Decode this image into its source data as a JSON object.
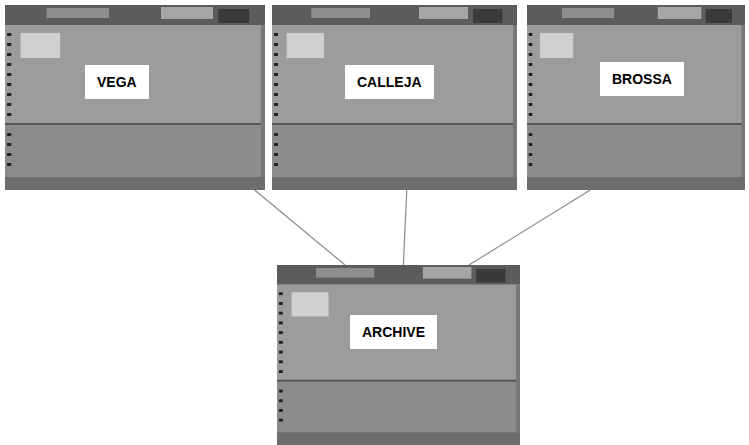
{
  "diagram": {
    "nodes": [
      {
        "text": [
          "VEGA"
        ]
      },
      {
        "text": [
          "CALLEJA"
        ]
      },
      {
        "text": [
          "BROSSA"
        ]
      },
      {
        "text": [
          "ARCHIVE"
        ]
      }
    ],
    "edges": [
      {
        "from": 0,
        "to": 3,
        "arrow": "none"
      },
      {
        "from": 1,
        "to": 3,
        "arrow": "none"
      },
      {
        "from": 2,
        "to": 3,
        "arrow": "none"
      }
    ]
  }
}
